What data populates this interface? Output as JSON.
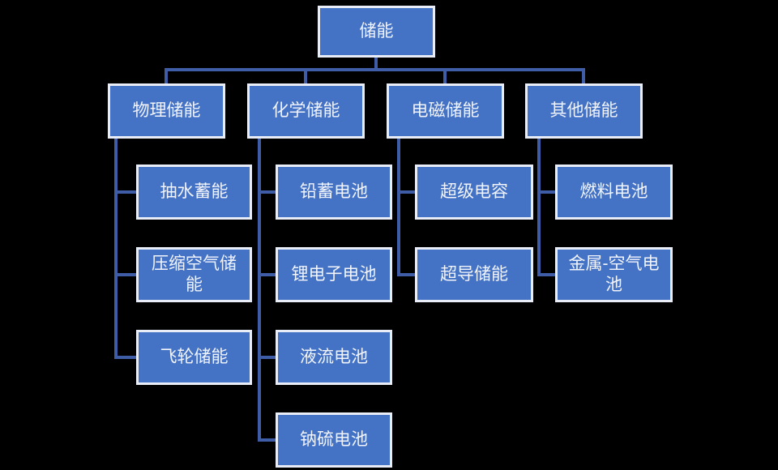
{
  "diagram": {
    "type": "org-chart",
    "background": "#000000",
    "colors": {
      "background": "#000000",
      "box_fill": "#4472C4",
      "box_border": "#E9EDF8",
      "connector": "#3E5DA6",
      "text": "#F1F4FB"
    },
    "root": {
      "label": "储能"
    },
    "branches": [
      {
        "label": "物理储能",
        "children": [
          {
            "label": "抽水蓄能"
          },
          {
            "label": "压缩空气储能"
          },
          {
            "label": "飞轮储能"
          }
        ]
      },
      {
        "label": "化学储能",
        "children": [
          {
            "label": "铅蓄电池"
          },
          {
            "label": "锂电子电池"
          },
          {
            "label": "液流电池"
          },
          {
            "label": "钠硫电池"
          }
        ]
      },
      {
        "label": "电磁储能",
        "children": [
          {
            "label": "超级电容"
          },
          {
            "label": "超导储能"
          }
        ]
      },
      {
        "label": "其他储能",
        "children": [
          {
            "label": "燃料电池"
          },
          {
            "label": "金属-空气电池"
          }
        ]
      }
    ]
  }
}
